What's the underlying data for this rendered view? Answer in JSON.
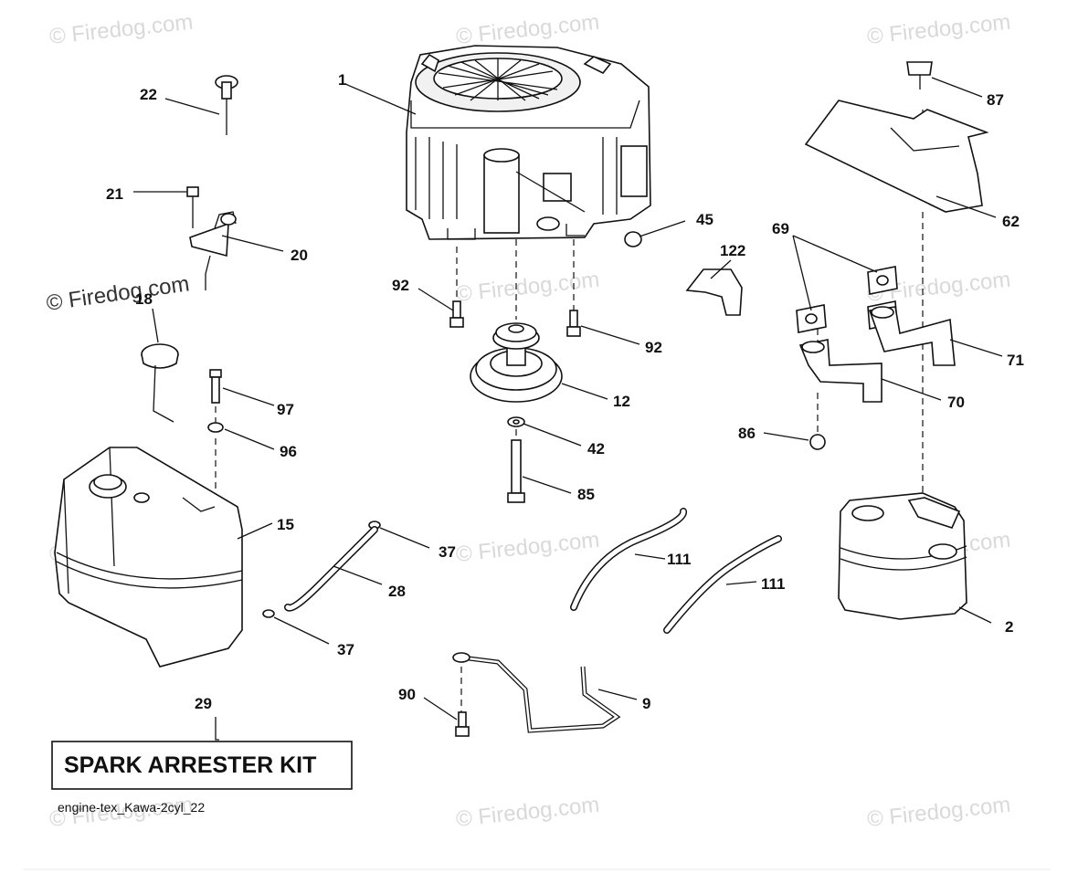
{
  "watermark": "© Firedog.com",
  "callouts": {
    "c1": "1",
    "c2": "2",
    "c9": "9",
    "c12": "12",
    "c15": "15",
    "c18": "18",
    "c20": "20",
    "c21": "21",
    "c22": "22",
    "c28": "28",
    "c29": "29",
    "c37a": "37",
    "c37b": "37",
    "c42": "42",
    "c45": "45",
    "c62": "62",
    "c69": "69",
    "c70": "70",
    "c71": "71",
    "c85": "85",
    "c86": "86",
    "c87": "87",
    "c90": "90",
    "c92a": "92",
    "c92b": "92",
    "c96": "96",
    "c97": "97",
    "c111a": "111",
    "c111b": "111",
    "c122": "122"
  },
  "kit_label": "SPARK ARRESTER KIT",
  "diagram_code": "engine-tex_Kawa-2cyl_22"
}
